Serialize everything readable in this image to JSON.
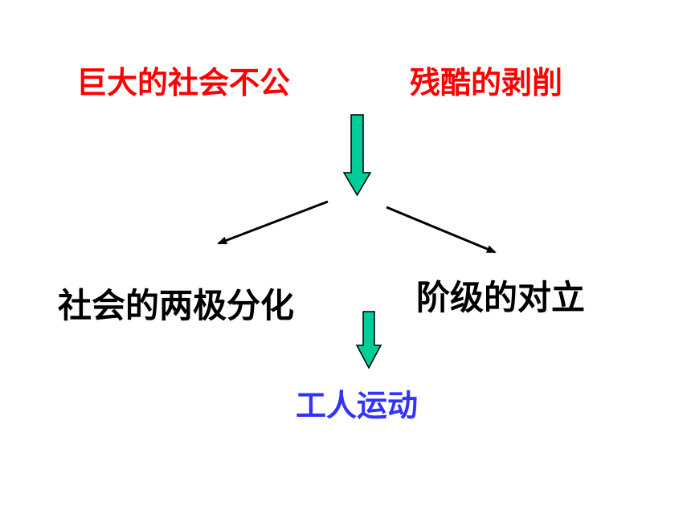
{
  "causes": {
    "left": "巨大的社会不公",
    "right": "残酷的剥削"
  },
  "effects": {
    "left": "社会的两极分化",
    "right": "阶级的对立"
  },
  "result": "工人运动",
  "colors": {
    "cause_text": "#ff0000",
    "effect_text": "#000000",
    "result_text": "#3333ff",
    "block_arrow_fill": "#00cc99",
    "block_arrow_stroke": "#000000",
    "line_arrow": "#000000"
  }
}
